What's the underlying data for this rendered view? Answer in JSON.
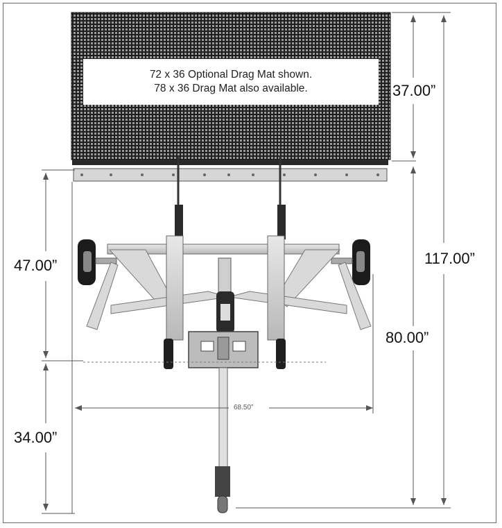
{
  "note": {
    "line1": "72 x 36 Optional Drag Mat shown.",
    "line2": "78 x 36 Drag Mat also available."
  },
  "dimensions": {
    "mat_height": "37.00”",
    "overall_length": "117.00”",
    "frame_to_axle": "47.00”",
    "axle_to_hitch": "80.00”",
    "axle_to_rear": "34.00”",
    "wheel_width": "68.50”"
  }
}
